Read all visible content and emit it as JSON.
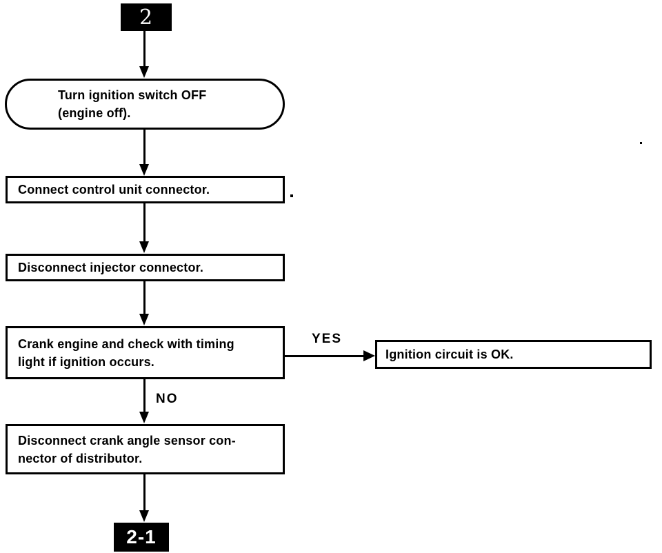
{
  "flowchart": {
    "start_connector": {
      "label": "2"
    },
    "terminator_ignition_off": {
      "line1": "Turn ignition switch OFF",
      "line2": "(engine off)."
    },
    "process_connect_control_unit": {
      "text": "Connect control unit connector."
    },
    "process_disconnect_injector": {
      "text": "Disconnect injector connector."
    },
    "decision_crank_engine": {
      "line1": "Crank engine and check with timing",
      "line2": "light if ignition occurs."
    },
    "branch_yes_label": "YES",
    "branch_no_label": "NO",
    "result_ignition_ok": {
      "text": "Ignition circuit is OK."
    },
    "process_disconnect_crank_sensor": {
      "line1": "Disconnect crank angle sensor con-",
      "line2": "nector of distributor."
    },
    "end_connector": {
      "label": "2-1"
    }
  },
  "colors": {
    "ink": "#000000",
    "paper": "#ffffff",
    "connector_fill": "#000000",
    "connector_text": "#ffffff"
  }
}
